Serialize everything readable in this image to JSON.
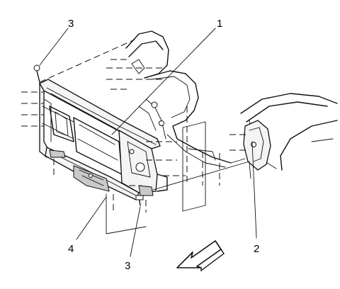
{
  "diagram": {
    "callouts": [
      {
        "id": "c1",
        "label": "1"
      },
      {
        "id": "c2",
        "label": "2"
      },
      {
        "id": "c3a",
        "label": "3"
      },
      {
        "id": "c3b",
        "label": "3"
      },
      {
        "id": "c4",
        "label": "4"
      }
    ],
    "colors": {
      "line": "#111111",
      "shade": "#c9c9c9",
      "background": "#ffffff"
    },
    "icons": [
      "front-direction-arrow-icon",
      "bolt-icon"
    ]
  }
}
